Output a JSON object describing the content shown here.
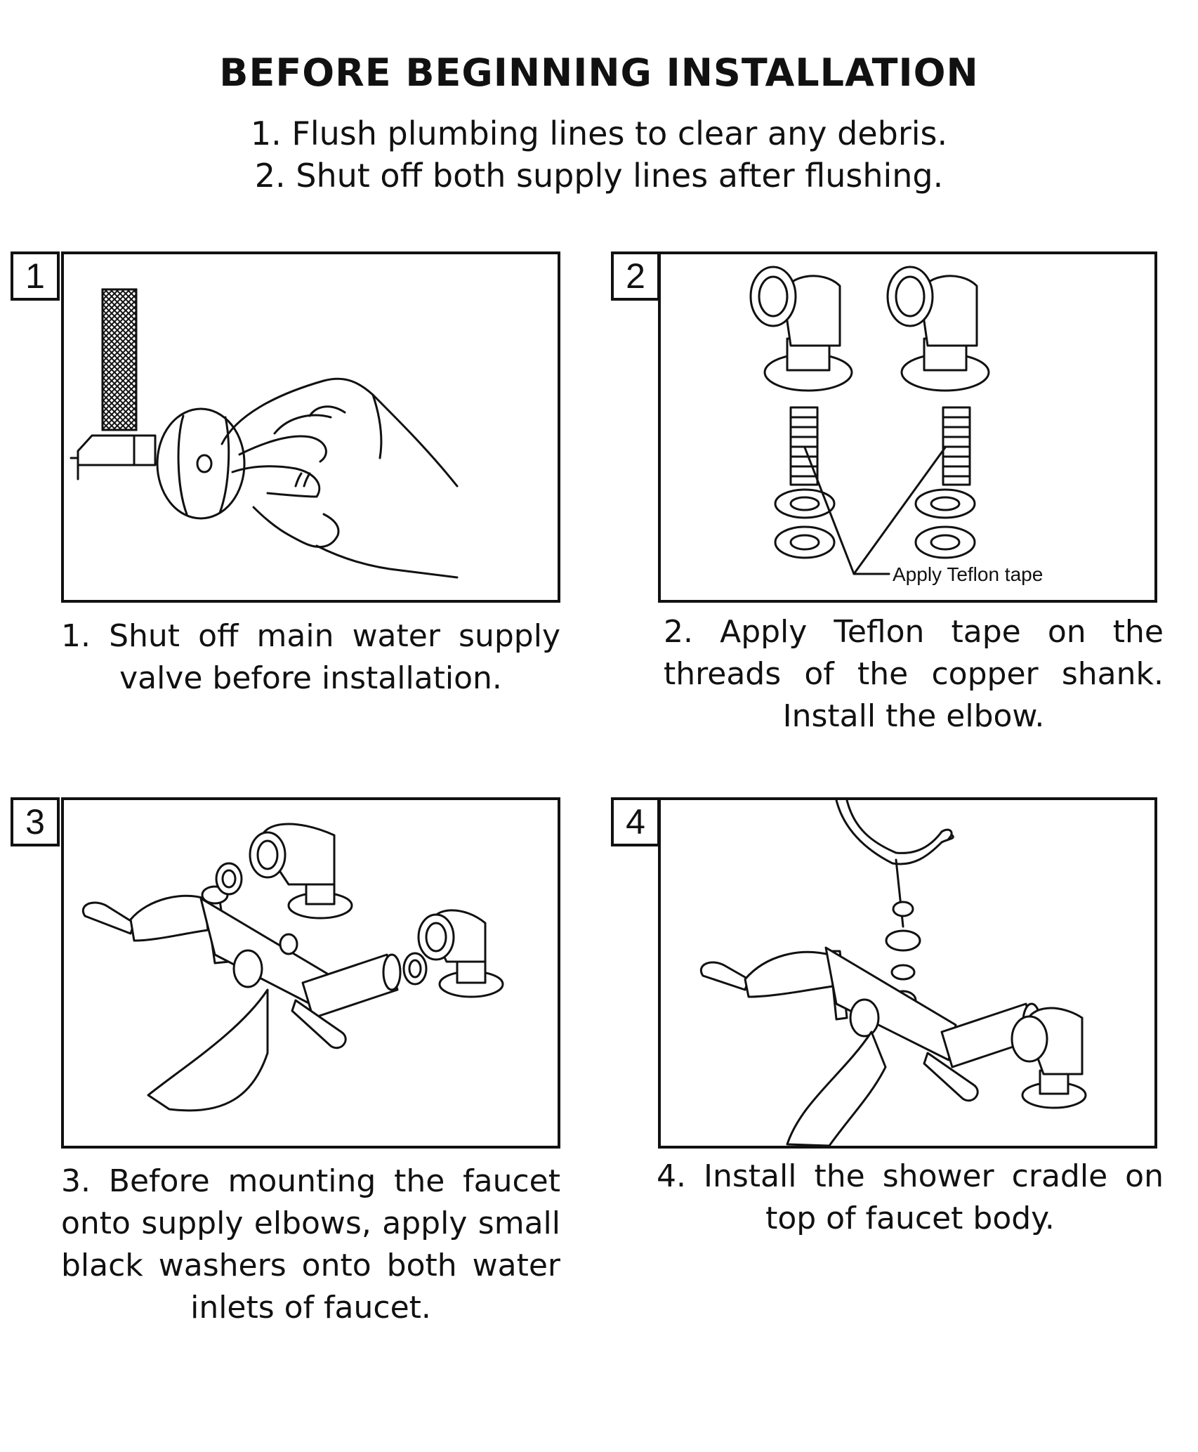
{
  "header": {
    "title": "BEFORE BEGINNING INSTALLATION",
    "steps": [
      "1. Flush plumbing lines to clear any debris.",
      "2. Shut off both supply lines after flushing."
    ]
  },
  "panels": [
    {
      "number": "1",
      "caption": "1. Shut off main water supply valve before installation."
    },
    {
      "number": "2",
      "caption": "2. Apply Teflon tape on the threads of the copper shank. Install the elbow.",
      "callout": "Apply Teflon tape"
    },
    {
      "number": "3",
      "caption": "3. Before mounting the faucet onto supply elbows, apply small black washers onto both water inlets of faucet."
    },
    {
      "number": "4",
      "caption": "4. Install the shower cradle on top of faucet body."
    }
  ]
}
